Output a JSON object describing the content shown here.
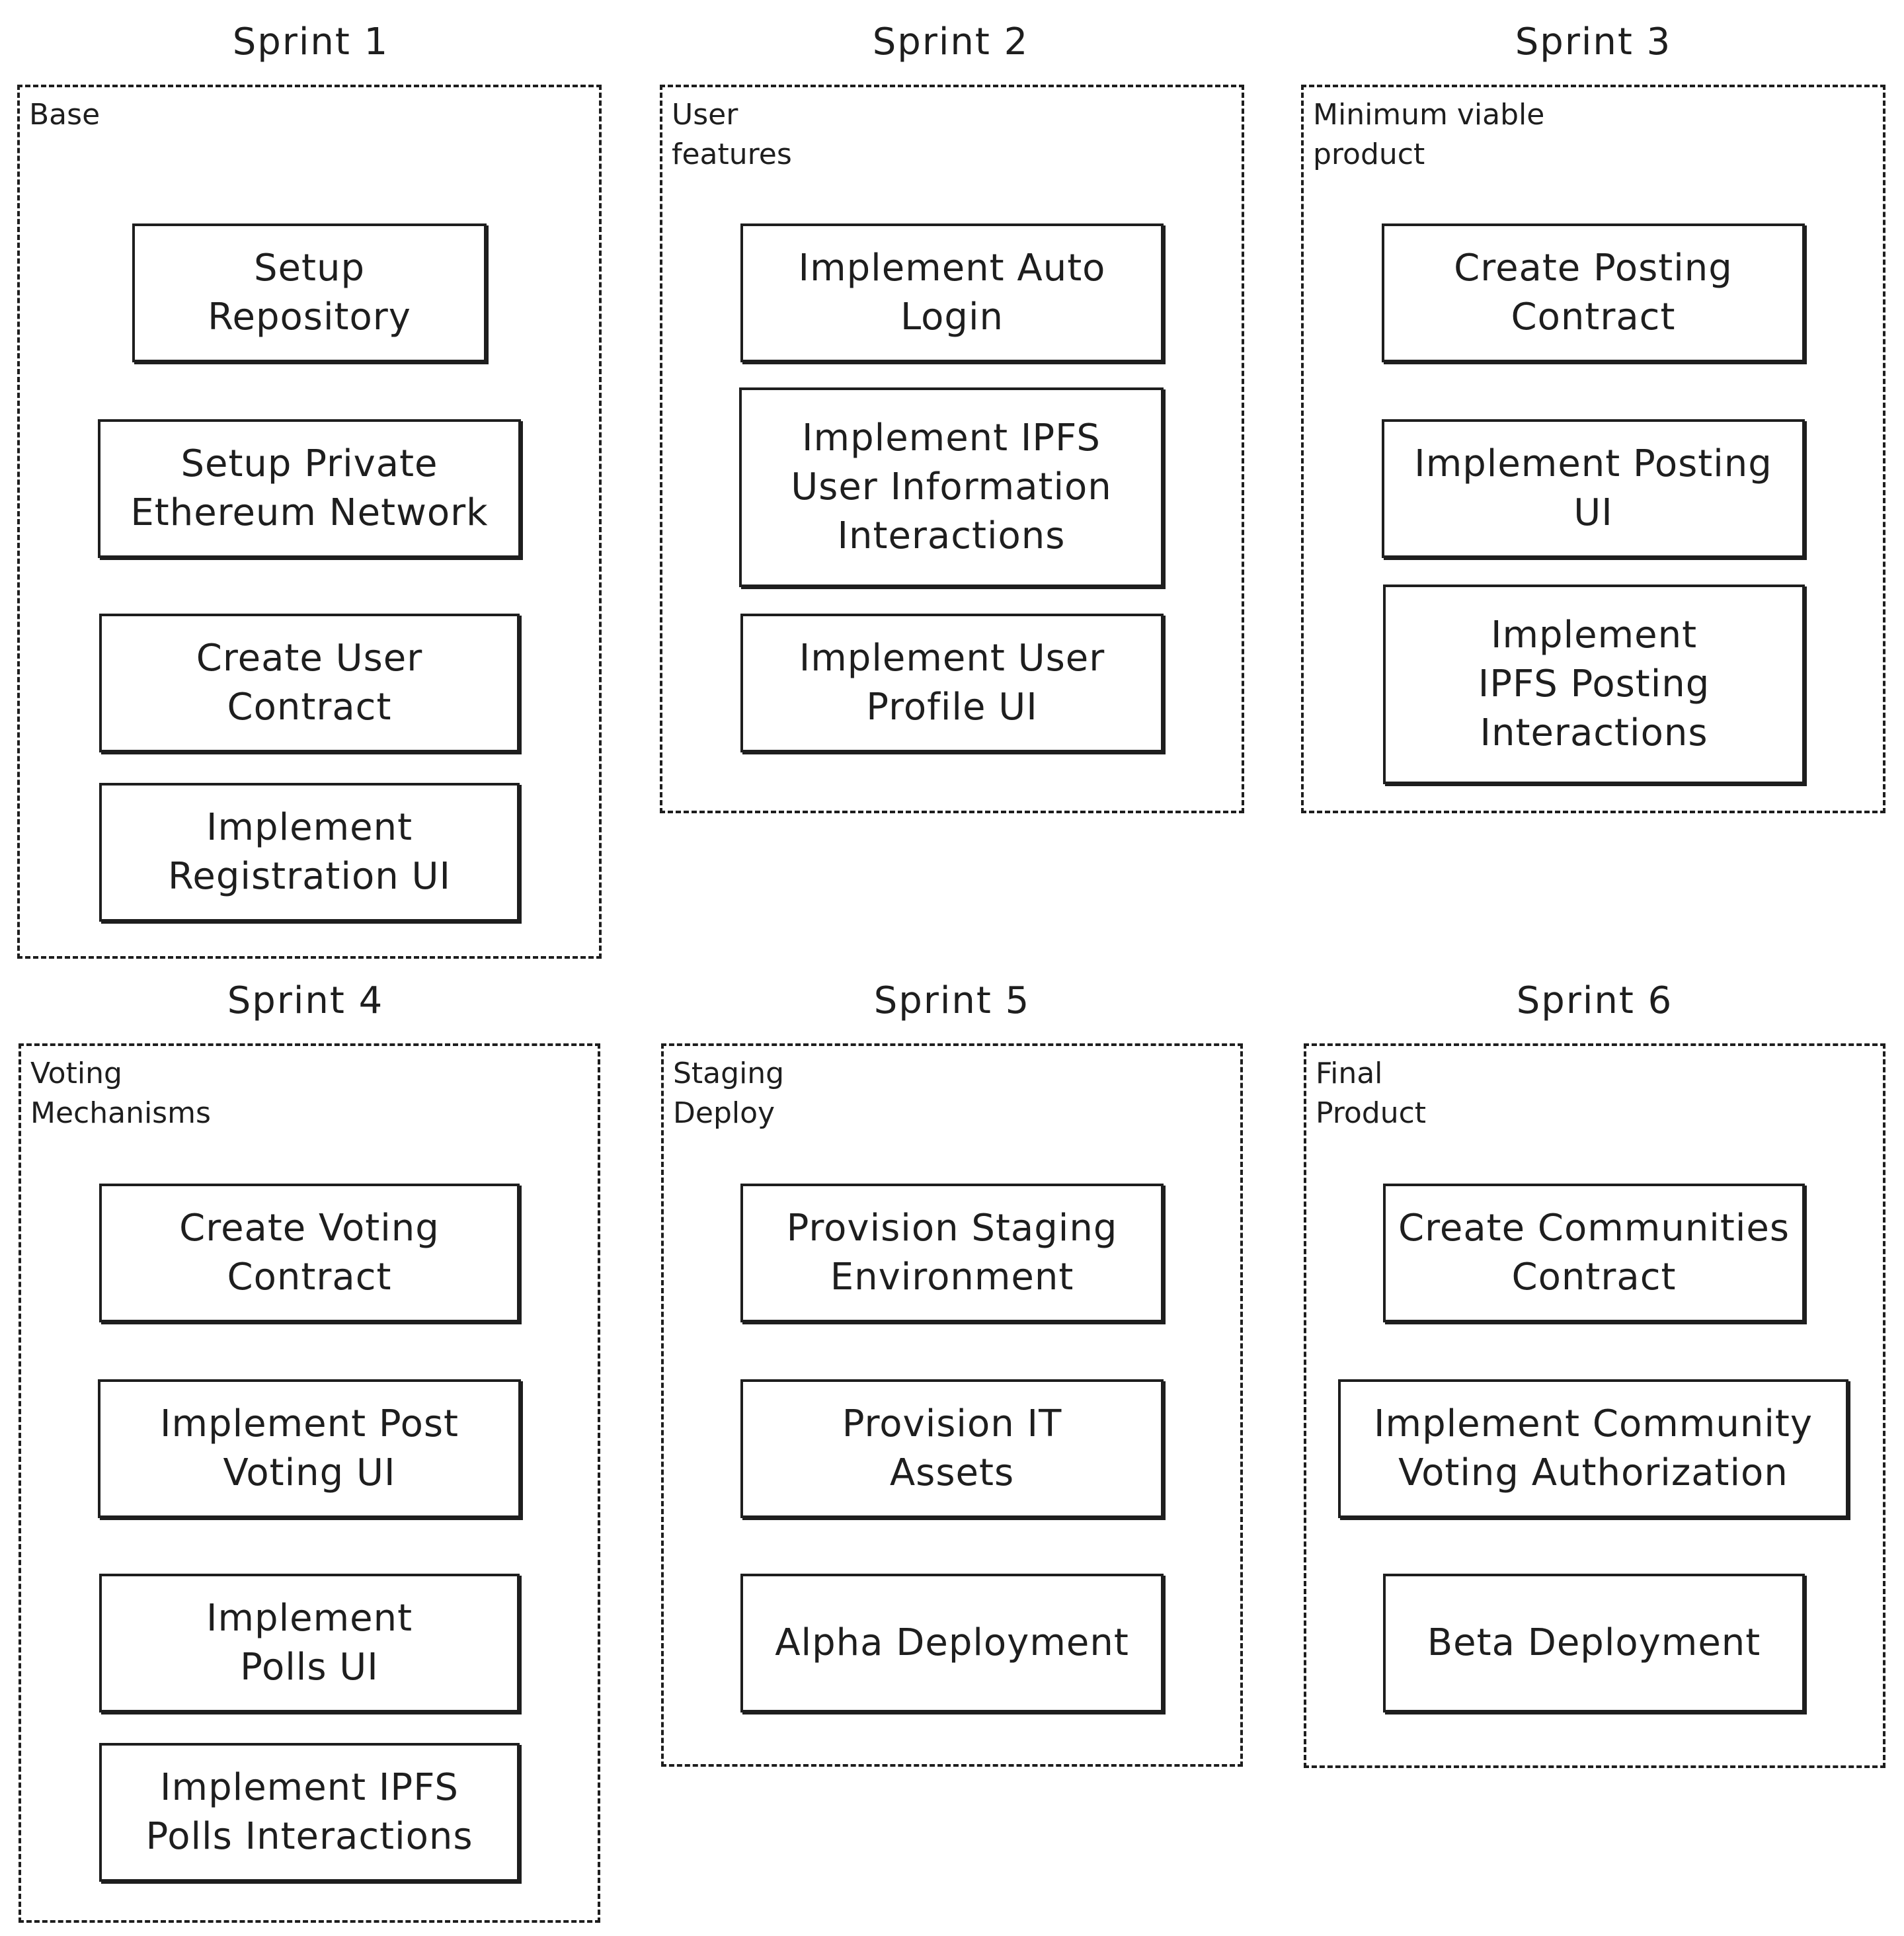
{
  "sprints": [
    {
      "title": "Sprint 1",
      "label": "Base",
      "tasks": [
        "Setup\nRepository",
        "Setup Private\nEthereum Network",
        "Create User\nContract",
        "Implement\nRegistration UI"
      ]
    },
    {
      "title": "Sprint 2",
      "label": "User\nfeatures",
      "tasks": [
        "Implement Auto\nLogin",
        "Implement IPFS\nUser Information\nInteractions",
        "Implement User\nProfile UI"
      ]
    },
    {
      "title": "Sprint 3",
      "label": "Minimum viable\nproduct",
      "tasks": [
        "Create Posting\nContract",
        "Implement Posting\nUI",
        "Implement\nIPFS Posting\nInteractions"
      ]
    },
    {
      "title": "Sprint 4",
      "label": "Voting\nMechanisms",
      "tasks": [
        "Create Voting\nContract",
        "Implement Post\nVoting UI",
        "Implement\nPolls UI",
        "Implement IPFS\nPolls Interactions"
      ]
    },
    {
      "title": "Sprint 5",
      "label": "Staging\nDeploy",
      "tasks": [
        "Provision Staging\nEnvironment",
        "Provision IT\nAssets",
        "Alpha Deployment"
      ]
    },
    {
      "title": "Sprint 6",
      "label": "Final\nProduct",
      "tasks": [
        "Create Communities\nContract",
        "Implement Community\nVoting Authorization",
        "Beta Deployment"
      ]
    }
  ]
}
